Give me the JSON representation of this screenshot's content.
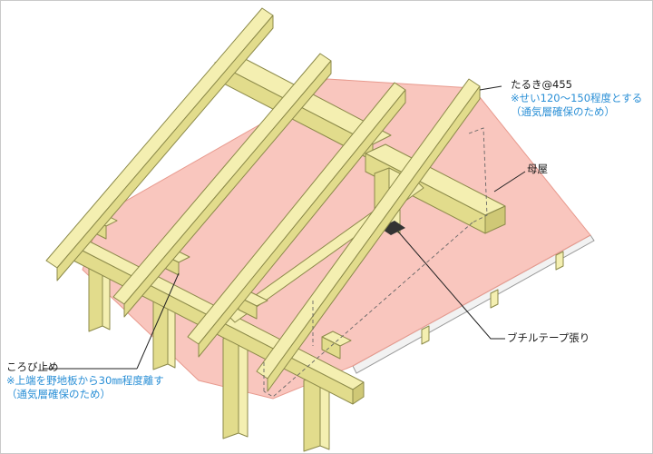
{
  "labels": {
    "rafter": {
      "title": "たるき@455",
      "note_1": "※せい120～150程度とする",
      "note_2": "（通気層確保のため）"
    },
    "purlin": {
      "title": "母屋"
    },
    "butyl_tape": {
      "title": "ブチルテープ張り"
    },
    "roll_stop": {
      "title": "ころび止め",
      "note_1": "※上端を野地板から30㎜程度離す",
      "note_2": "（通気層確保のため）"
    }
  },
  "colors": {
    "sheet": "#f7b3a8",
    "wood": "#f4efb1",
    "note_text": "#2a8fd6",
    "tape": "#333333"
  }
}
